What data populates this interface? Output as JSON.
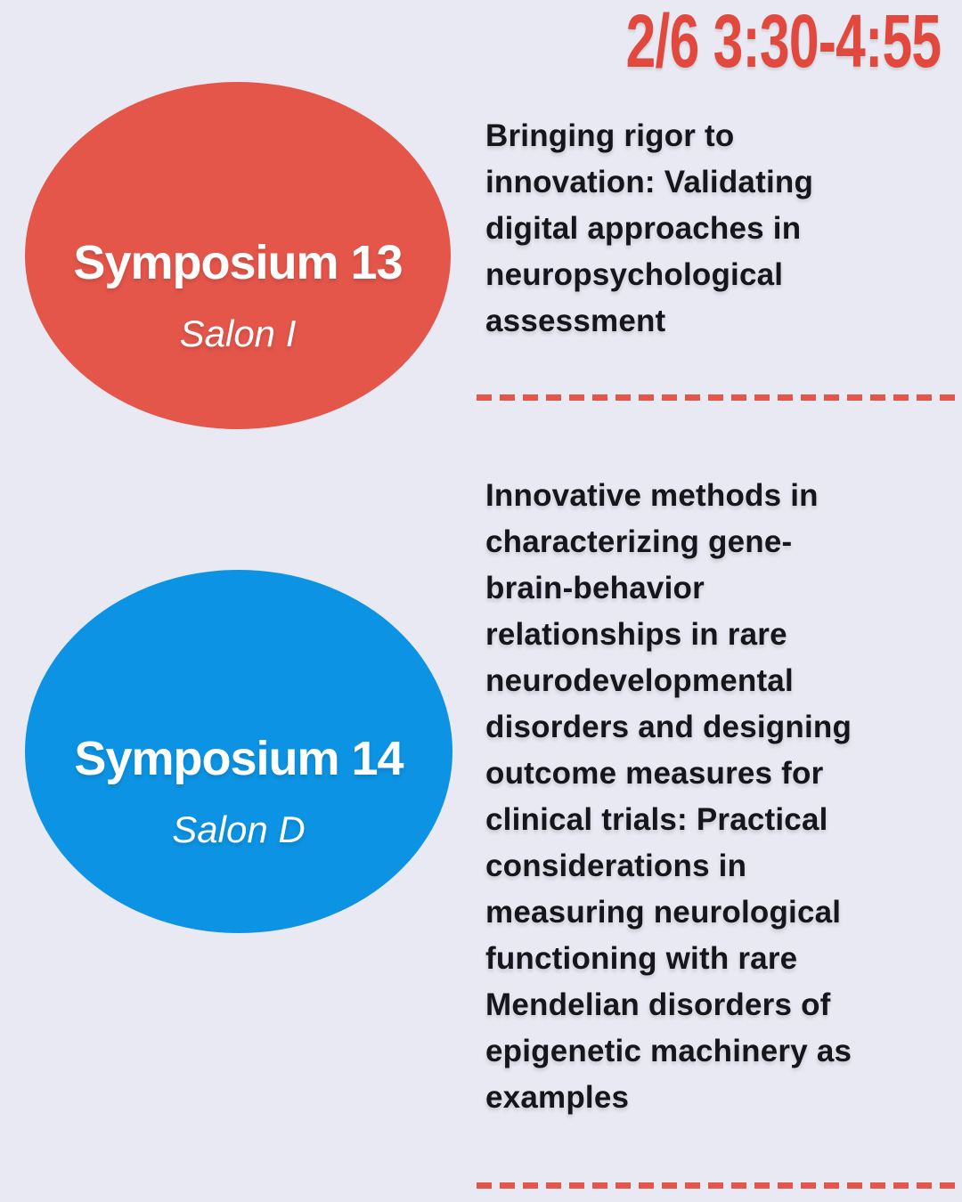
{
  "page": {
    "background_color": "#E9E9F3",
    "accent_red": "#E4554A",
    "accent_blue": "#0C93E3",
    "text_color": "#15151B"
  },
  "header": {
    "session_datetime": "2/6 3:30-4:55",
    "color": "#E2493E"
  },
  "sessions": [
    {
      "name": "Symposium 13",
      "room": "Salon I",
      "badge_color": "#E4554A",
      "title": "Bringing rigor to\ninnovation: Validating\ndigital approaches in\nneuropsychological\nassessment"
    },
    {
      "name": "Symposium 14",
      "room": "Salon D",
      "badge_color": "#0C93E3",
      "title": "Innovative methods in\ncharacterizing gene-\nbrain-behavior\nrelationships in rare\nneurodevelopmental\ndisorders and designing\noutcome measures for\nclinical trials: Practical\nconsiderations in\nmeasuring neurological\nfunctioning with rare\nMendelian disorders of\nepigenetic machinery as\nexamples"
    }
  ]
}
